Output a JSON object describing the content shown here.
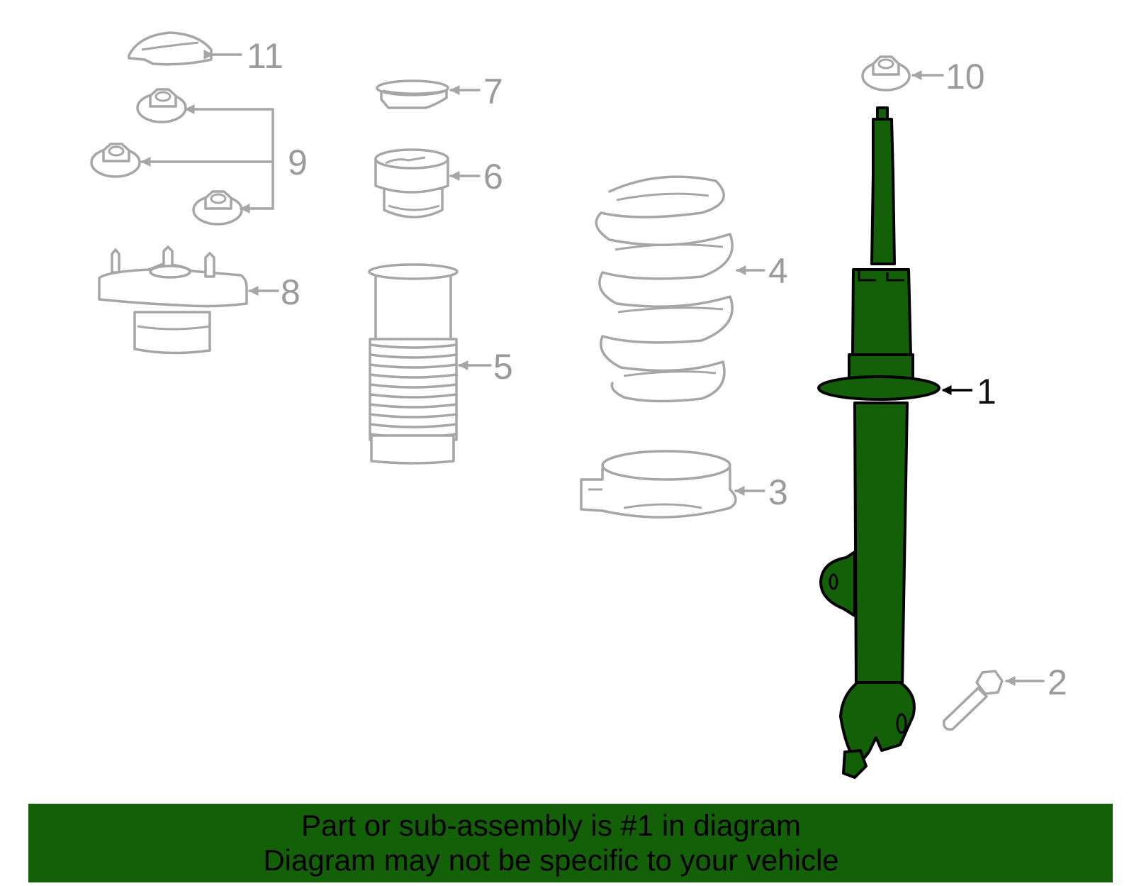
{
  "diagram": {
    "callouts": [
      {
        "num": "1",
        "active": true
      },
      {
        "num": "2"
      },
      {
        "num": "3"
      },
      {
        "num": "4"
      },
      {
        "num": "5"
      },
      {
        "num": "6"
      },
      {
        "num": "7"
      },
      {
        "num": "8"
      },
      {
        "num": "9"
      },
      {
        "num": "10"
      },
      {
        "num": "11"
      }
    ],
    "colors": {
      "highlight": "#136008",
      "part_outline": "#a6a6a6",
      "banner": "#136008"
    }
  },
  "banner": {
    "line1": "Part or sub-assembly is #1 in diagram",
    "line2": "Diagram may not be specific to your vehicle"
  }
}
